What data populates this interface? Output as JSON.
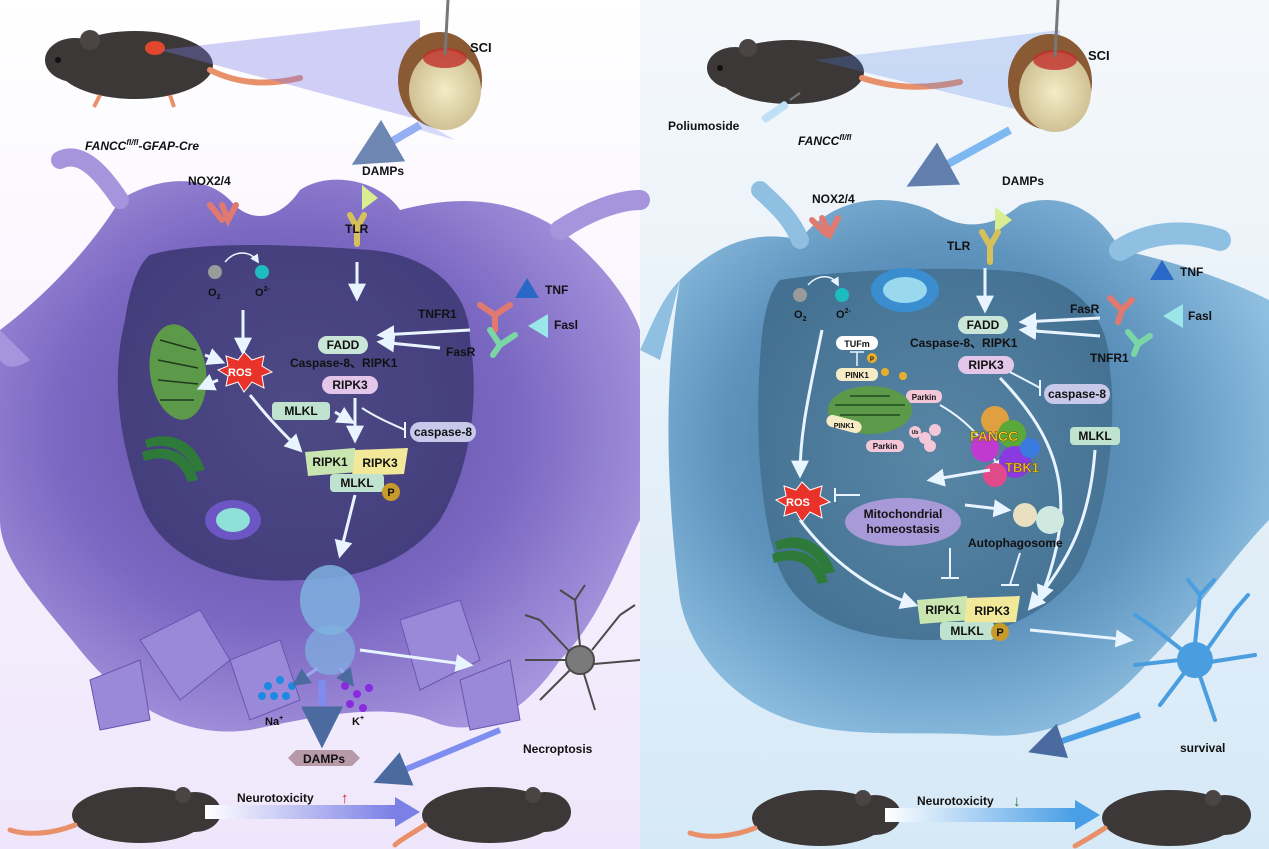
{
  "left": {
    "genotype_main": "FANCC",
    "genotype_sup": "fl/fl",
    "genotype_rest": "-GFAP-Cre",
    "sci": "SCI",
    "nox": "NOX2/4",
    "damps_top": "DAMPs",
    "tlr": "TLR",
    "tnf": "TNF",
    "fasl": "Fasl",
    "tnfr1": "TNFR1",
    "fasr": "FasR",
    "o2": "O",
    "o2_sub": "2",
    "o2m": "O",
    "o2m_sup": "2-",
    "ros": "ROS",
    "fadd": "FADD",
    "casp8_ripk1": "Caspase-8、RIPK1",
    "ripk3": "RIPK3",
    "mlkl": "MLKL",
    "caspase8": "caspase-8",
    "complex": {
      "ripk1": "RIPK1",
      "ripk3": "RIPK3",
      "mlkl": "MLKL",
      "p": "P"
    },
    "na": "Na",
    "k": "K",
    "ion_sup": "+",
    "damps_bottom": "DAMPs",
    "necroptosis": "Necroptosis",
    "neurotoxicity": "Neurotoxicity",
    "arrow_up": "↑"
  },
  "right": {
    "poliumoside": "Poliumoside",
    "genotype_main": "FANCC",
    "genotype_sup": "fl/fl",
    "sci": "SCI",
    "nox": "NOX2/4",
    "damps_top": "DAMPs",
    "tlr": "TLR",
    "tnf": "TNF",
    "fasr": "FasR",
    "fasl": "Fasl",
    "tnfr1": "TNFR1",
    "o2": "O",
    "o2_sub": "2",
    "o2m": "O",
    "o2m_sup": "2-",
    "fadd": "FADD",
    "casp8_ripk1": "Caspase-8、RIPK1",
    "ripk3": "RIPK3",
    "caspase8": "caspase-8",
    "mlkl": "MLKL",
    "tufm": "TUFm",
    "pink1_a": "PINK1",
    "pink1_b": "PINK1",
    "parkin_a": "Parkin",
    "parkin_b": "Parkin",
    "ub": "Ub",
    "p_small": "P",
    "fancc": "FANCC",
    "tbk1": "TBK1",
    "ros": "ROS",
    "mito_homeo_1": "Mitochondrial",
    "mito_homeo_2": "homeostasis",
    "autophagosome": "Autophagosome",
    "complex": {
      "ripk1": "RIPK1",
      "ripk3": "RIPK3",
      "mlkl": "MLKL",
      "p": "P"
    },
    "survival": "survival",
    "neurotoxicity": "Neurotoxicity",
    "arrow_down": "↓"
  },
  "colors": {
    "left_cell": "#8f7ad0",
    "left_cell_dark": "#6a55b0",
    "right_cell": "#6fa6cf",
    "right_cell_dark": "#4a7ea8",
    "fadd_pill": "#c9e6d8",
    "ripk3_pill": "#e3c6ea",
    "mlkl_pill": "#bfe3cf",
    "caspase_pill": "#c8c8ea",
    "ros": "#e8322a",
    "arrow_up": "#d62020",
    "arrow_down": "#1f7a3a",
    "mouse": "#3d3838",
    "tail": "#e8906a"
  }
}
